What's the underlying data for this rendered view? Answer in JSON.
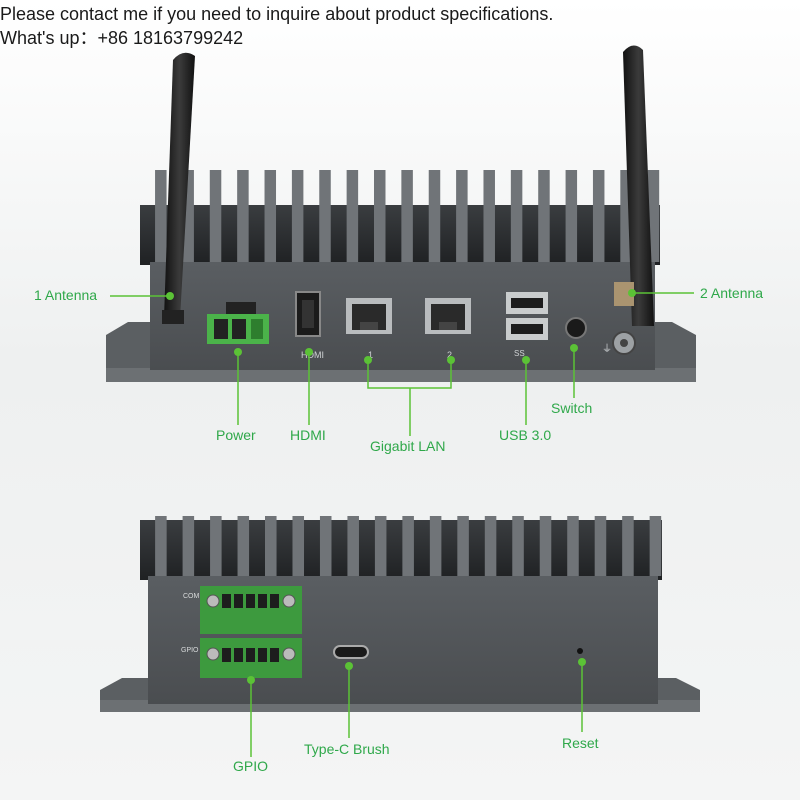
{
  "header": {
    "line1": "Please contact me if you need to inquire about product specifications.",
    "line2": "What's up：+86 18163799242"
  },
  "accent_color": "#5bc236",
  "front_view": {
    "callouts": {
      "antenna1": "1 Antenna",
      "antenna2": "2 Antenna",
      "power": "Power",
      "hdmi": "HDMI",
      "gigabit_lan": "Gigabit LAN",
      "usb3": "USB 3.0",
      "switch": "Switch"
    },
    "port_marks": {
      "hdmi": "HDMI",
      "lan1": "1",
      "lan2": "2",
      "usb": "SS"
    }
  },
  "back_view": {
    "callouts": {
      "gpio": "GPIO",
      "typec": "Type-C Brush",
      "reset": "Reset"
    },
    "panel_marks": {
      "com": "COM",
      "gpio": "GPIO"
    }
  }
}
